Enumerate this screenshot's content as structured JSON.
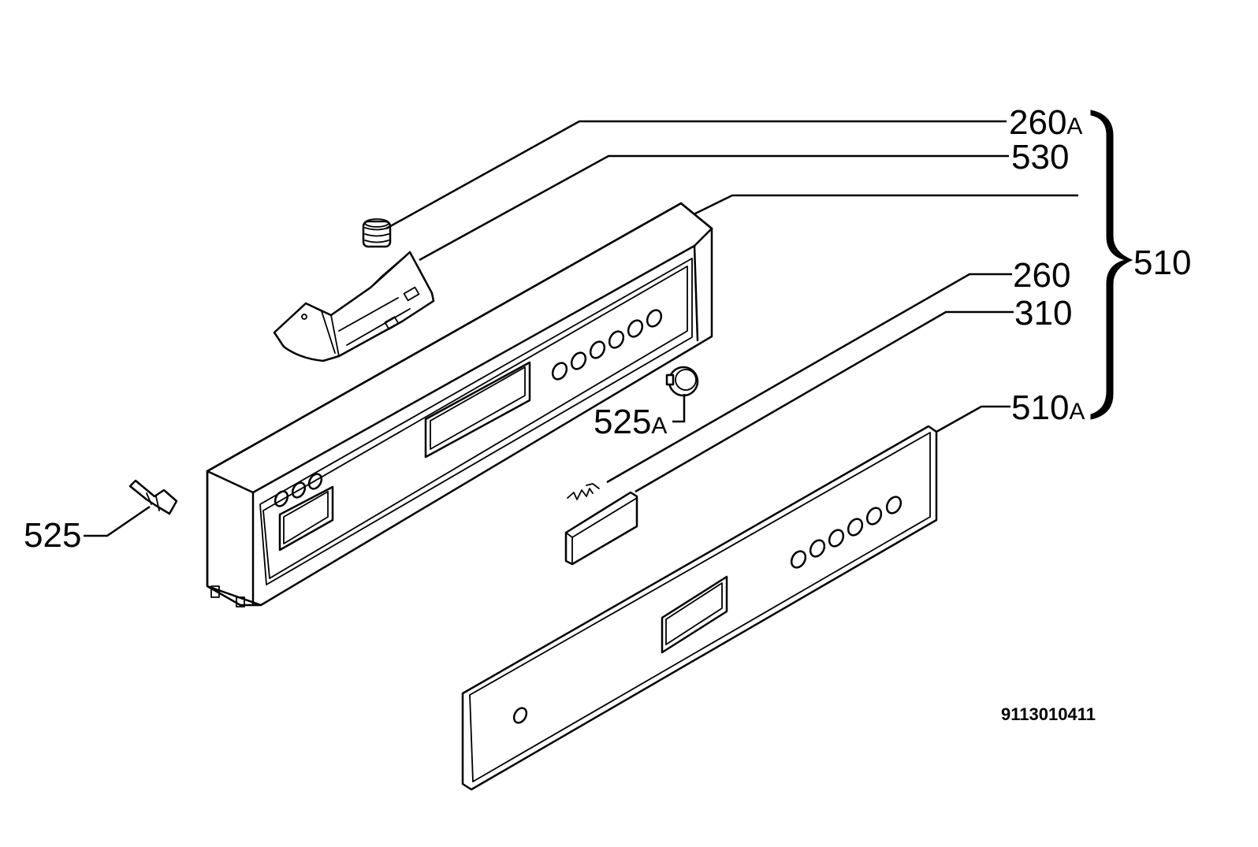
{
  "callouts": {
    "c260a": {
      "number": "260",
      "suffix": "A"
    },
    "c530": {
      "number": "530"
    },
    "c510": {
      "number": "510"
    },
    "c260": {
      "number": "260"
    },
    "c310": {
      "number": "310"
    },
    "c510a": {
      "number": "510",
      "suffix": "A"
    },
    "c525a": {
      "number": "525",
      "suffix": "A"
    },
    "c525": {
      "number": "525"
    }
  },
  "document_number": "9113010411"
}
